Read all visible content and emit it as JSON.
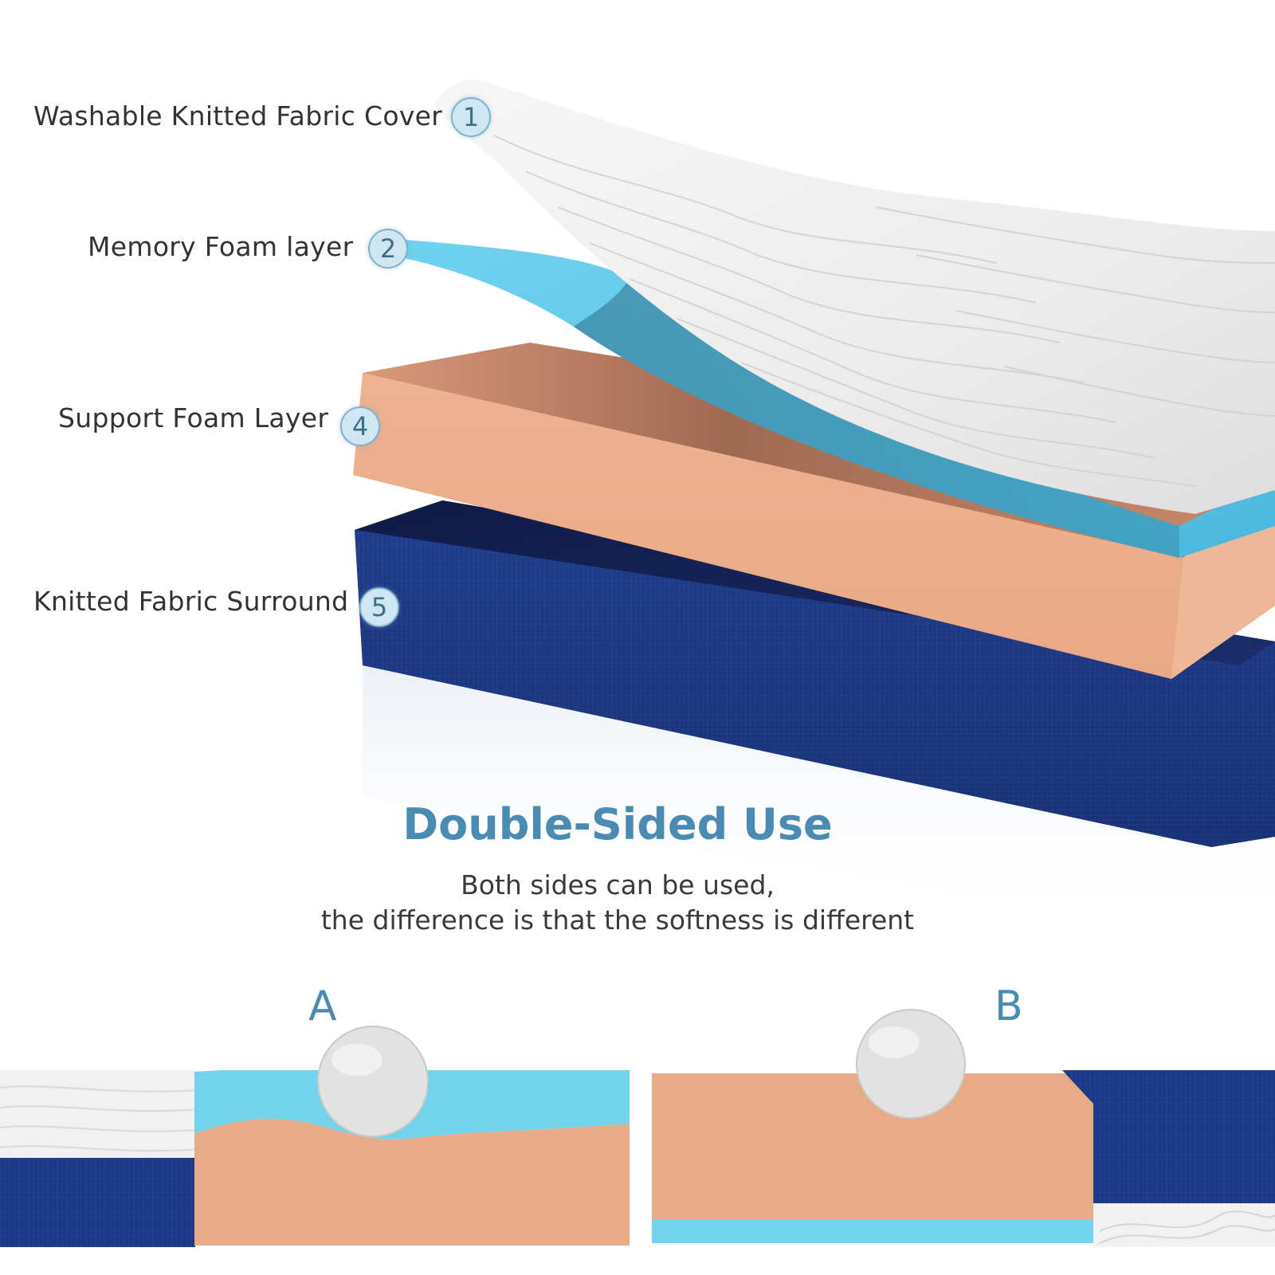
{
  "layers": [
    {
      "number": "1",
      "label": "Washable Knitted Fabric Cover"
    },
    {
      "number": "2",
      "label": "Memory Foam layer"
    },
    {
      "number": "4",
      "label": "Support Foam Layer"
    },
    {
      "number": "5",
      "label": "Knitted Fabric Surround"
    }
  ],
  "feature": {
    "title": "Double-Sided Use",
    "line1": "Both sides can be used,",
    "line2": "the difference is that the softness is different"
  },
  "sides": {
    "a_label": "A",
    "b_label": "B"
  },
  "colors": {
    "accent": "#4a8bb3",
    "memory_foam": "#5bc6e4",
    "support_foam": "#e7aa86",
    "surround": "#1f3a8a",
    "cover": "#f2f2f2"
  }
}
